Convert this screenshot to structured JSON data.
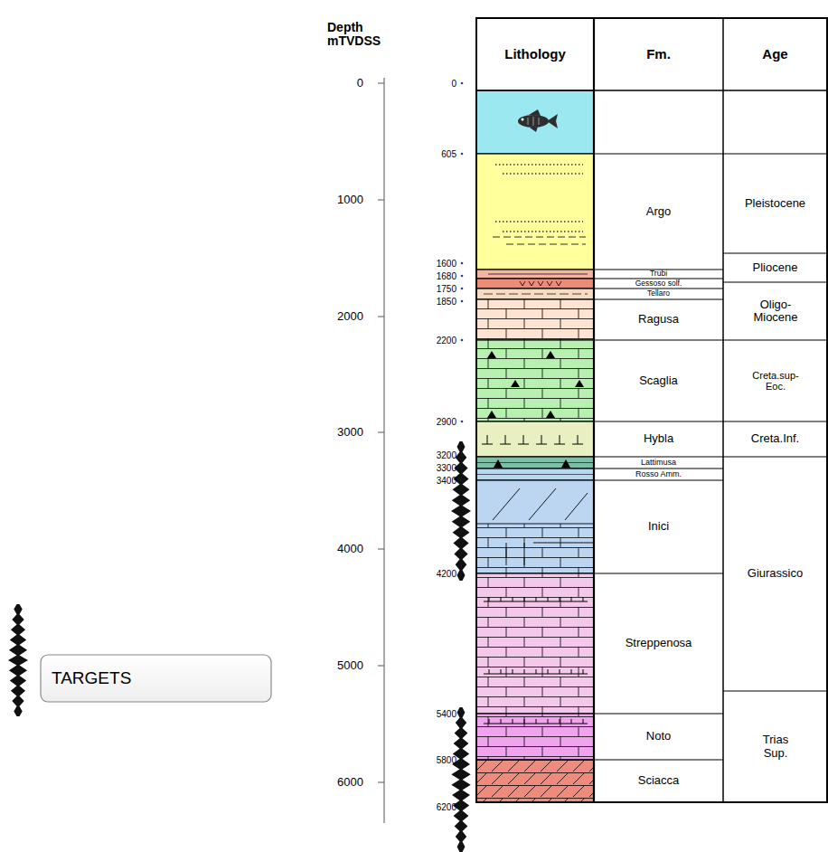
{
  "diagram": {
    "labels": [
      "Depth mTVDSS",
      "0",
      "1000",
      "2000",
      "3000",
      "4000",
      "5000",
      "6000",
      "Lithology",
      "Fm.",
      "Age",
      "0",
      "605",
      "1600",
      "1680",
      "1750",
      "1850",
      "2200",
      "2900",
      "3200",
      "3300",
      "3400",
      "4200",
      "5400",
      "5800",
      "6200",
      "Argo",
      "Trubi",
      "Gessoso solf.",
      "Tellaro",
      "Ragusa",
      "Scaglia",
      "Hybla",
      "Lattimusa",
      "Rosso Amm.",
      "Inici",
      "Streppenosa",
      "Noto",
      "Sciacca",
      "Pleistocene",
      "Pliocene",
      "Oligo- Miocene",
      "Creta.sup- Eoc.",
      "Creta.Inf.",
      "Giurassico",
      "Trias Sup."
    ],
    "legend": [
      {
        "text": "TARGETS"
      }
    ]
  }
}
